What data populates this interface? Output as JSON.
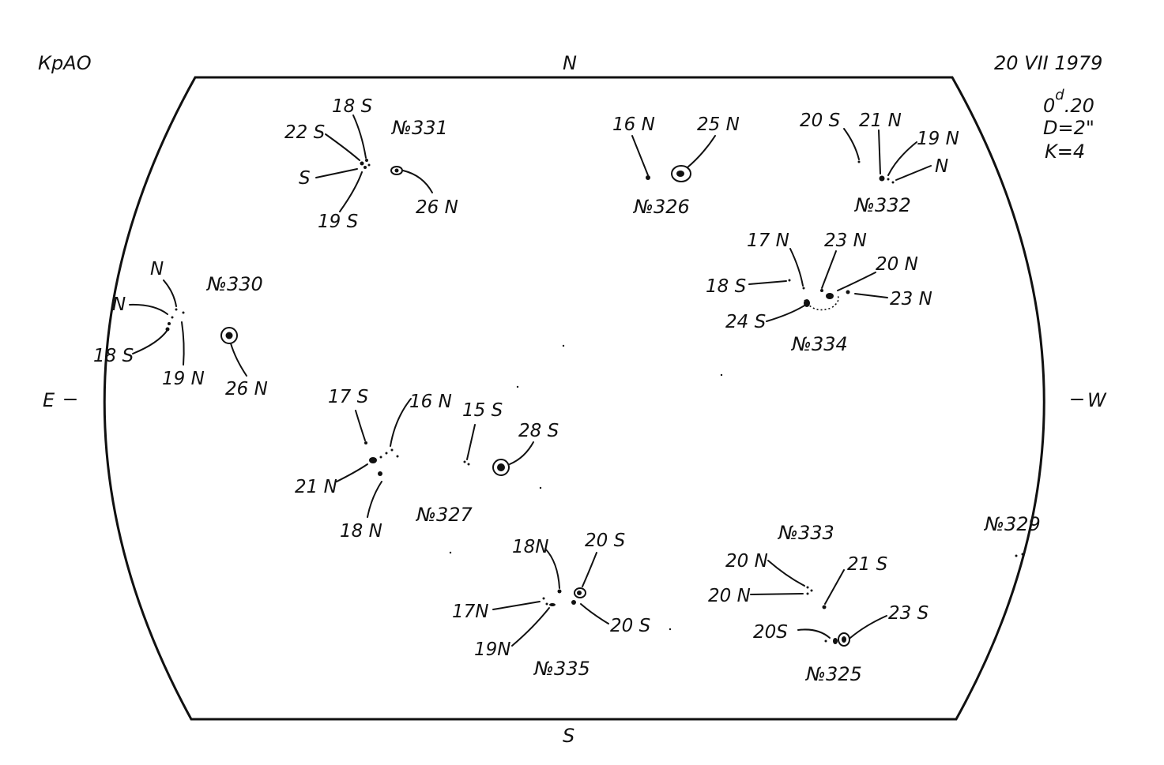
{
  "header": {
    "observatory": "КрАО",
    "date": "20 VII 1979",
    "time_main": "0",
    "time_sup": "d",
    "time_frac": ".20",
    "diameter": "D=2\"",
    "k_value": "K=4"
  },
  "compass": {
    "north": "N",
    "south": "S",
    "east": "E",
    "west": "W"
  },
  "groups": {
    "g331": {
      "number": "№331",
      "labels": [
        "18 S",
        "22 S",
        "S",
        "19 S",
        "26 N"
      ]
    },
    "g326": {
      "number": "№326",
      "labels": [
        "16 N",
        "25 N"
      ]
    },
    "g332": {
      "number": "№332",
      "labels": [
        "20 S",
        "21 N",
        "19 N",
        "N"
      ]
    },
    "g334": {
      "number": "№334",
      "labels": [
        "17 N",
        "23 N",
        "20 N",
        "18 S",
        "23 N",
        "24 S"
      ]
    },
    "g330": {
      "number": "№330",
      "labels": [
        "N",
        "N",
        "18 S",
        "19 N",
        "26 N"
      ]
    },
    "g327": {
      "number": "№327",
      "labels": [
        "17 S",
        "16 N",
        "15 S",
        "28 S",
        "21 N",
        "18 N"
      ]
    },
    "g335": {
      "number": "№335",
      "labels": [
        "18N",
        "20 S",
        "17N",
        "20 S",
        "19N"
      ]
    },
    "g333": {
      "number": "№333",
      "labels": [
        "20 N",
        "20 N",
        "21 S"
      ]
    },
    "g325": {
      "number": "№325",
      "labels": [
        "20S",
        "23 S"
      ]
    },
    "g329": {
      "number": "№329"
    }
  }
}
